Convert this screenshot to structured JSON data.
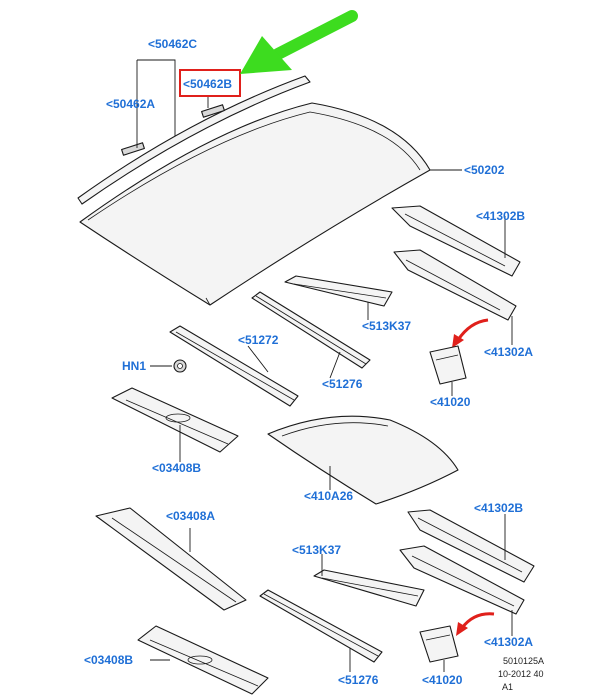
{
  "callouts": {
    "c50462C": "<50462C",
    "c50462B": "<50462B",
    "c50462A": "<50462A",
    "c50202": "<50202",
    "c41302B_top": "<41302B",
    "c513K37_top": "<513K37",
    "c41302A_top": "<41302A",
    "c51272": "<51272",
    "hn1": "HN1",
    "c51276_top": "<51276",
    "c41020_top": "<41020",
    "c03408B_top": "<03408B",
    "c410A26": "<410A26",
    "c03408A": "<03408A",
    "c41302B_bottom": "<41302B",
    "c513K37_bottom": "<513K37",
    "c41302A_bottom": "<41302A",
    "c03408B_bottom": "<03408B",
    "c51276_bottom": "<51276",
    "c41020_bottom": "<41020"
  },
  "footer": {
    "line1": "5010125A",
    "line2": "10-2012 40",
    "line3": "A1"
  },
  "colors": {
    "callout": "#1f6fd6",
    "highlight_box": "#e0201b",
    "pointer_arrow": "#3ddc1f",
    "red_arrow": "#e0201b",
    "line_art": "#1a1a1a"
  }
}
